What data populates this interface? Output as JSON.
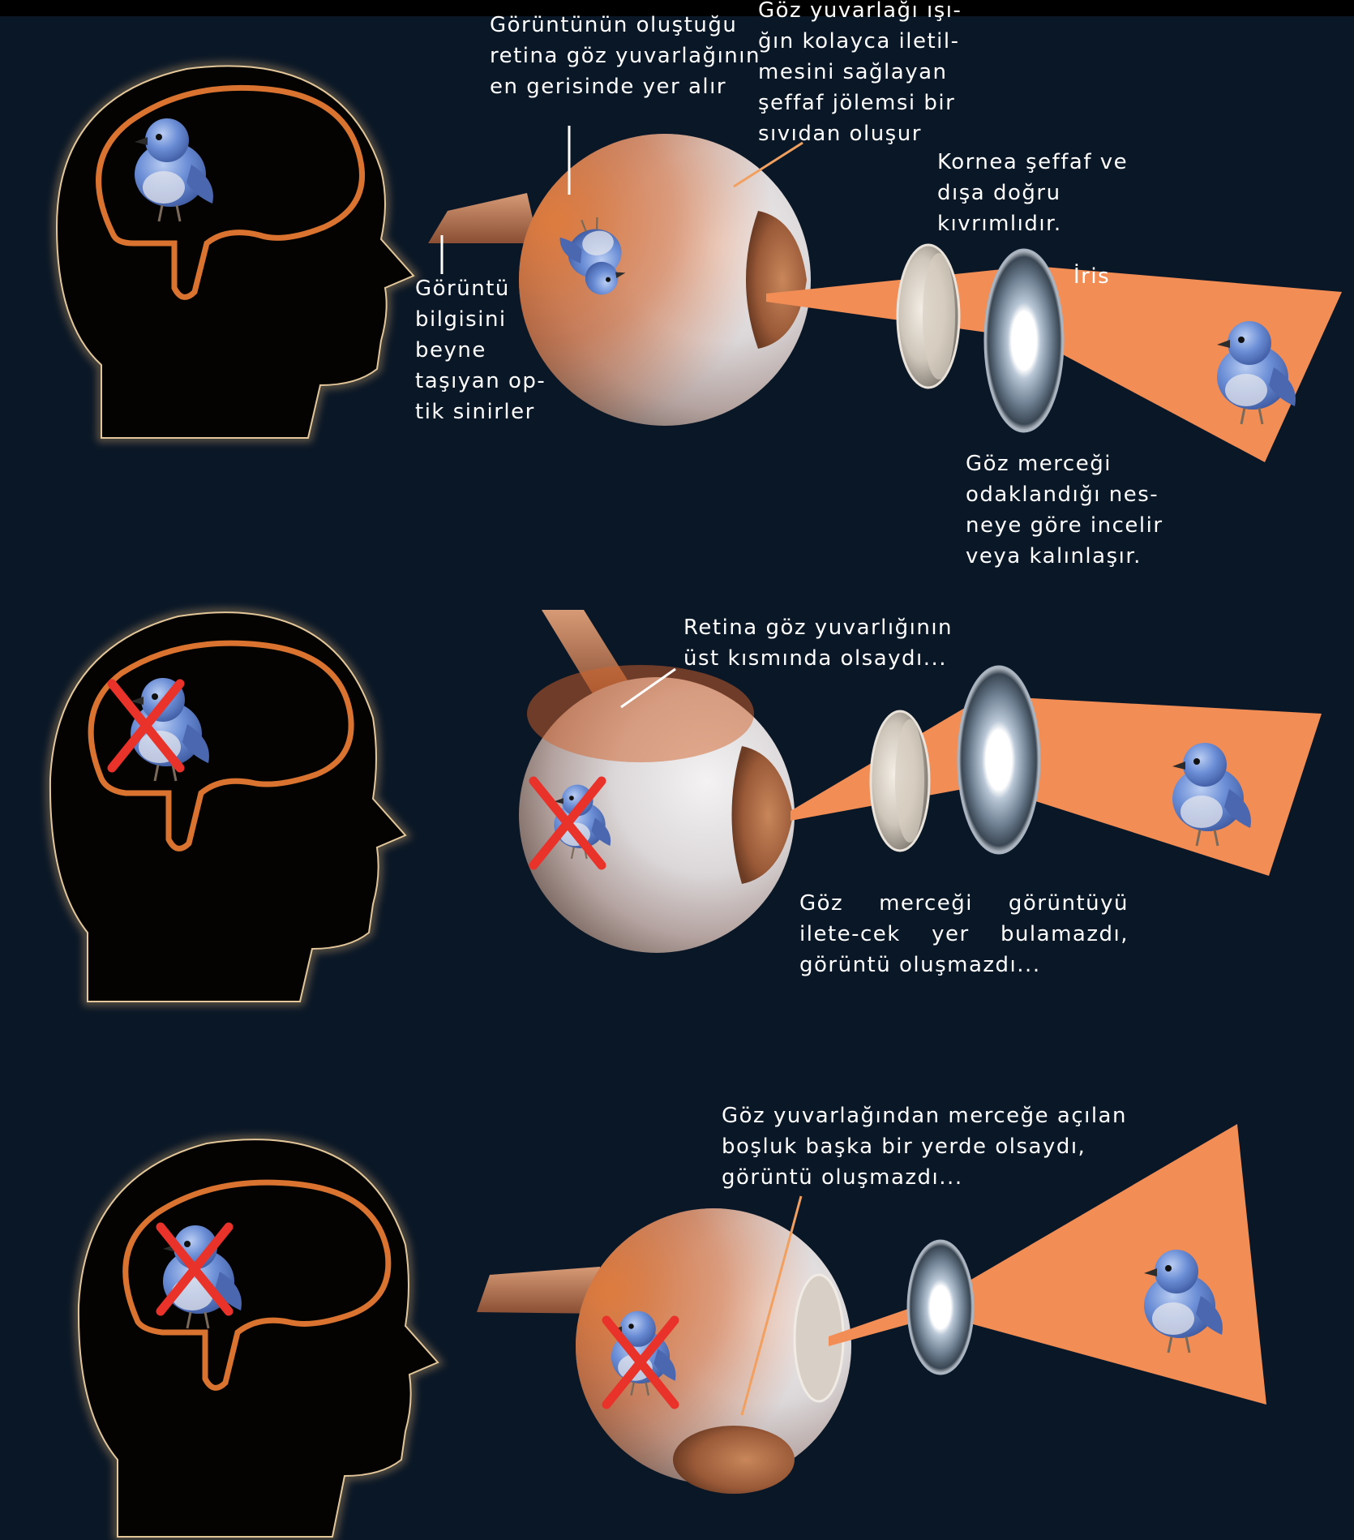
{
  "colors": {
    "background": "#0a1726",
    "head_fill": "#050302",
    "head_glow": "#c9a06a",
    "brain_outline": "#d9732f",
    "eye_white": "#e6e2e4",
    "eye_orange": "#d2622a",
    "light_beam": "#f28d55",
    "bird_blue": "#6b8ed6",
    "cross_red": "#e8322a",
    "label_text": "#ffffff",
    "leader_white": "#ffffff",
    "leader_orange": "#f2a060"
  },
  "panels": [
    {
      "id": "normal",
      "labels": {
        "retina": "Görüntünün oluştuğu\nretina göz yuvarlağının\nen gerisinde yer alır",
        "vitreous": "Göz yuvarlağı ışı-\nğın kolayca iletil-\nmesini sağlayan\nşeffaf jölemsi bir\nsıvıdan oluşur",
        "cornea": "Kornea şeffaf ve\ndışa doğru\nkıvrımlıdır.",
        "iris": "İris",
        "optic_nerve": "Görüntü\nbilgisini\nbeyne\ntaşıyan  op-\ntik sinirler",
        "lens": "Göz merceği\nodaklandığı nes-\nneye göre incelir\nveya kalınlaşır."
      }
    },
    {
      "id": "retina-top",
      "labels": {
        "retina_top": "Retina göz yuvarlığının\nüst kısmında olsaydı...",
        "no_image": "Göz merceği görüntüyü ilete-cek yer bulamazdı, görüntü oluşmazdı..."
      }
    },
    {
      "id": "opening-elsewhere",
      "labels": {
        "opening": "Göz yuvarlağından merceğe açılan\nboşluk başka bir yerde olsaydı,\ngörüntü oluşmazdı..."
      }
    }
  ]
}
